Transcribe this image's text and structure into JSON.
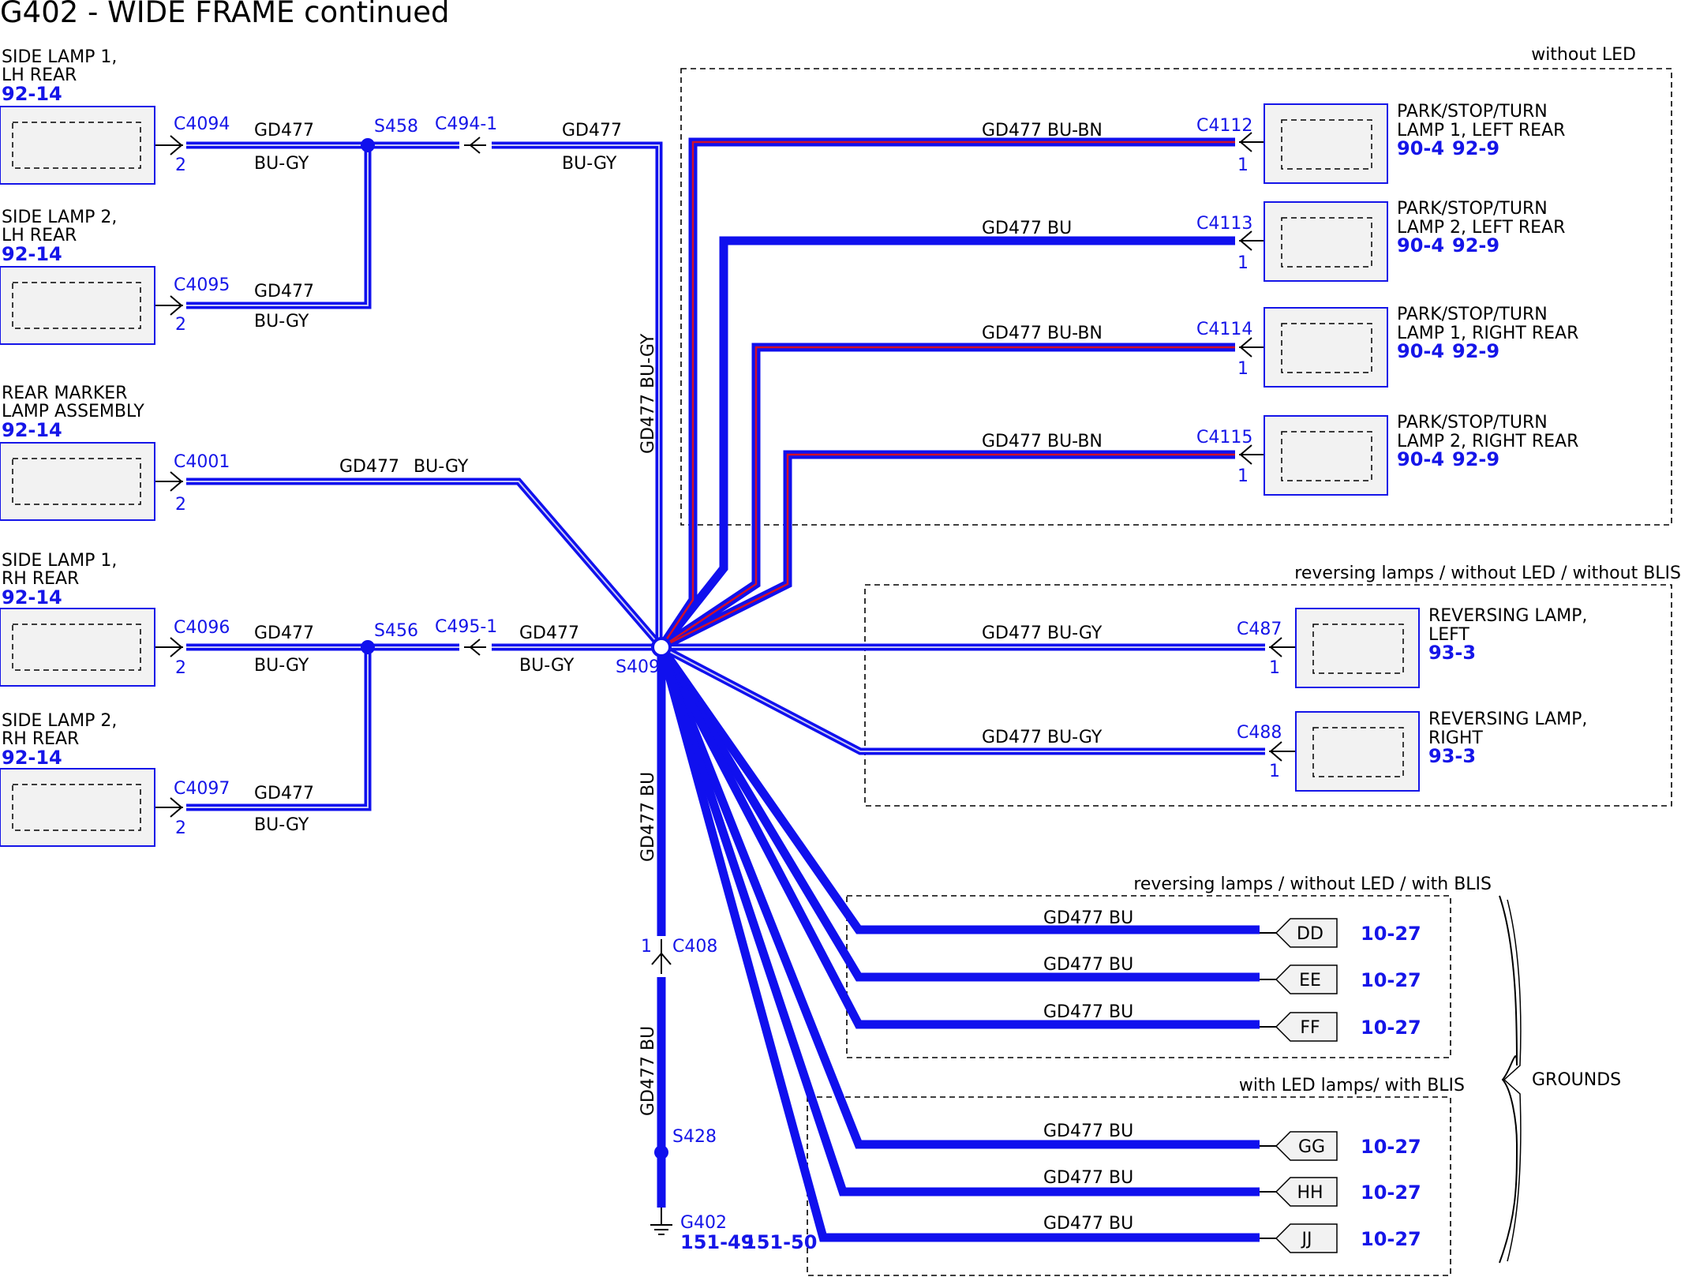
{
  "title": "G402 - WIDE FRAME continued",
  "colors": {
    "wire": "#1010ee",
    "stripe_gray": "#c8c8f5",
    "stripe_red": "#d0102a",
    "text_blue": "#1515e8"
  },
  "left_components": [
    {
      "id": "side-lamp-1-lh-rear",
      "name1": "SIDE LAMP 1,",
      "name2": "LH REAR",
      "ref": "92-14",
      "connector": "C4094",
      "pin": "2",
      "wire_code": "GD477",
      "wire_color": "BU-GY"
    },
    {
      "id": "side-lamp-2-lh-rear",
      "name1": "SIDE LAMP 2,",
      "name2": "LH REAR",
      "ref": "92-14",
      "connector": "C4095",
      "pin": "2",
      "wire_code": "GD477",
      "wire_color": "BU-GY"
    },
    {
      "id": "rear-marker-lamp-assembly",
      "name1": "REAR MARKER",
      "name2": "LAMP ASSEMBLY",
      "ref": "92-14",
      "connector": "C4001",
      "pin": "2",
      "wire_code": "GD477",
      "wire_color": "BU-GY"
    },
    {
      "id": "side-lamp-1-rh-rear",
      "name1": "SIDE LAMP 1,",
      "name2": "RH REAR",
      "ref": "92-14",
      "connector": "C4096",
      "pin": "2",
      "wire_code": "GD477",
      "wire_color": "BU-GY"
    },
    {
      "id": "side-lamp-2-rh-rear",
      "name1": "SIDE LAMP 2,",
      "name2": "RH REAR",
      "ref": "92-14",
      "connector": "C4097",
      "pin": "2",
      "wire_code": "GD477",
      "wire_color": "BU-GY"
    }
  ],
  "splices": {
    "s458": "S458",
    "s456": "S456",
    "s409": "S409",
    "s428": "S428",
    "c494": "C494-1",
    "c495": "C495-1",
    "c408": "C408",
    "c408_pin": "1",
    "g402": "G402",
    "g402_ref1": "151-49",
    "g402_ref2": "151-50"
  },
  "trunk_wires": {
    "upper_code": "GD477",
    "upper_color": "BU-GY",
    "lower_code": "GD477",
    "lower_color": "BU-GY",
    "vertical_up": "GD477   BU-GY",
    "vertical_down": "GD477   BU",
    "vertical_ground": "GD477   BU"
  },
  "groups": {
    "without_led": "without LED",
    "reversing_no_blis": "reversing lamps / without LED / without BLIS",
    "reversing_blis": "reversing lamps / without LED / with BLIS",
    "led_blis": "with LED lamps/ with BLIS",
    "grounds": "GROUNDS"
  },
  "right_components": [
    {
      "id": "park-stop-turn-lamp-1-left-rear",
      "name1": "PARK/STOP/TURN",
      "name2": "LAMP 1, LEFT REAR",
      "ref1": "90-4",
      "ref2": "92-9",
      "connector": "C4112",
      "pin": "1",
      "wire": "GD477   BU-BN"
    },
    {
      "id": "park-stop-turn-lamp-2-left-rear",
      "name1": "PARK/STOP/TURN",
      "name2": "LAMP 2, LEFT REAR",
      "ref1": "90-4",
      "ref2": "92-9",
      "connector": "C4113",
      "pin": "1",
      "wire": "GD477   BU"
    },
    {
      "id": "park-stop-turn-lamp-1-right-rear",
      "name1": "PARK/STOP/TURN",
      "name2": "LAMP 1, RIGHT REAR",
      "ref1": "90-4",
      "ref2": "92-9",
      "connector": "C4114",
      "pin": "1",
      "wire": "GD477   BU-BN"
    },
    {
      "id": "park-stop-turn-lamp-2-right-rear",
      "name1": "PARK/STOP/TURN",
      "name2": "LAMP 2, RIGHT REAR",
      "ref1": "90-4",
      "ref2": "92-9",
      "connector": "C4115",
      "pin": "1",
      "wire": "GD477   BU-BN"
    },
    {
      "id": "reversing-lamp-left",
      "name1": "REVERSING LAMP,",
      "name2": "LEFT",
      "ref1": "93-3",
      "ref2": "",
      "connector": "C487",
      "pin": "1",
      "wire": "GD477   BU-GY"
    },
    {
      "id": "reversing-lamp-right",
      "name1": "REVERSING LAMP,",
      "name2": "RIGHT",
      "ref1": "93-3",
      "ref2": "",
      "connector": "C488",
      "pin": "1",
      "wire": "GD477   BU-GY"
    }
  ],
  "grounds": [
    {
      "id": "dd",
      "label": "DD",
      "ref": "10-27",
      "wire": "GD477   BU"
    },
    {
      "id": "ee",
      "label": "EE",
      "ref": "10-27",
      "wire": "GD477   BU"
    },
    {
      "id": "ff",
      "label": "FF",
      "ref": "10-27",
      "wire": "GD477   BU"
    },
    {
      "id": "gg",
      "label": "GG",
      "ref": "10-27",
      "wire": "GD477   BU"
    },
    {
      "id": "hh",
      "label": "HH",
      "ref": "10-27",
      "wire": "GD477   BU"
    },
    {
      "id": "jj",
      "label": "JJ",
      "ref": "10-27",
      "wire": "GD477   BU"
    }
  ]
}
